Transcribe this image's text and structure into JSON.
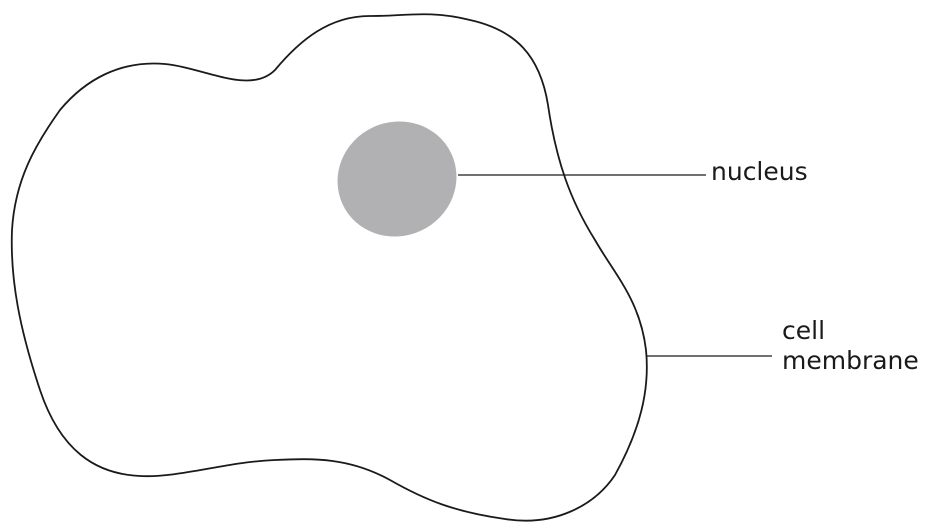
{
  "labels": {
    "nucleus": "nucleus",
    "membrane_line1": "cell",
    "membrane_line2": "membrane"
  },
  "colors": {
    "outline": "#1a1a1a",
    "nucleus_fill": "#b1b1b3",
    "background": "#ffffff"
  }
}
